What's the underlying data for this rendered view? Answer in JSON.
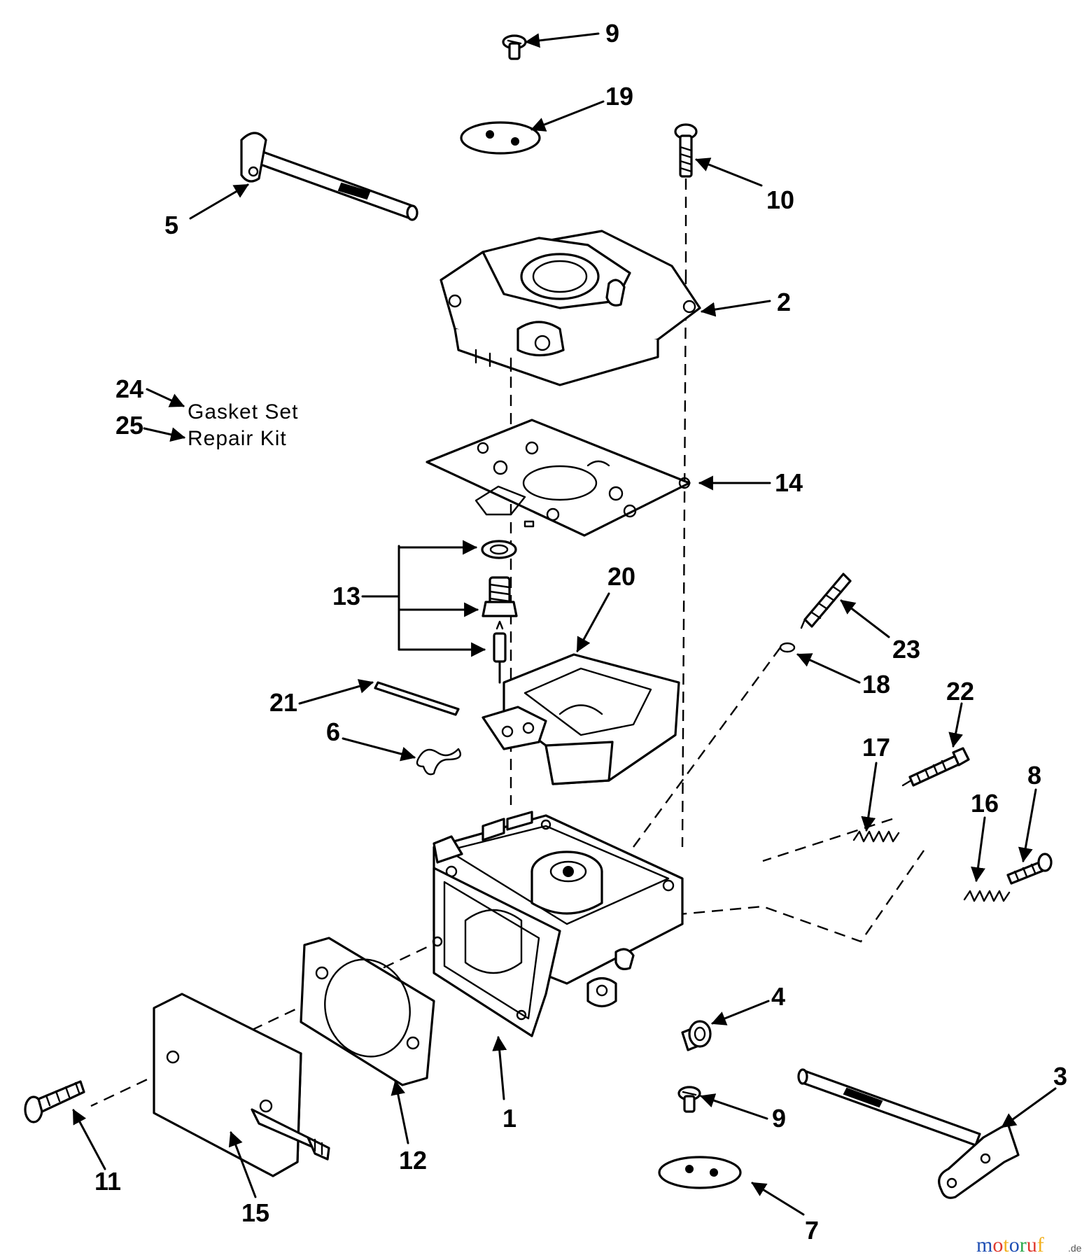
{
  "labels": {
    "p1": "1",
    "p2": "2",
    "p3": "3",
    "p4": "4",
    "p5": "5",
    "p6": "6",
    "p7": "7",
    "p8": "8",
    "p9a": "9",
    "p9b": "9",
    "p10": "10",
    "p11": "11",
    "p12": "12",
    "p13": "13",
    "p14": "14",
    "p15": "15",
    "p16": "16",
    "p17": "17",
    "p18": "18",
    "p19": "19",
    "p20": "20",
    "p21": "21",
    "p22": "22",
    "p23": "23",
    "p24": "24",
    "p25": "25"
  },
  "legend": {
    "gasket_set": "Gasket Set",
    "repair_kit": "Repair Kit"
  },
  "watermark": {
    "parts": [
      "m",
      "o",
      "t",
      "o",
      "r",
      "u",
      "f"
    ],
    "colors": [
      "#1f4fb4",
      "#e03a2f",
      "#f2b01e",
      "#1f4fb4",
      "#2ba84a",
      "#e03a2f",
      "#f2b01e"
    ],
    "suffix": ".de"
  }
}
